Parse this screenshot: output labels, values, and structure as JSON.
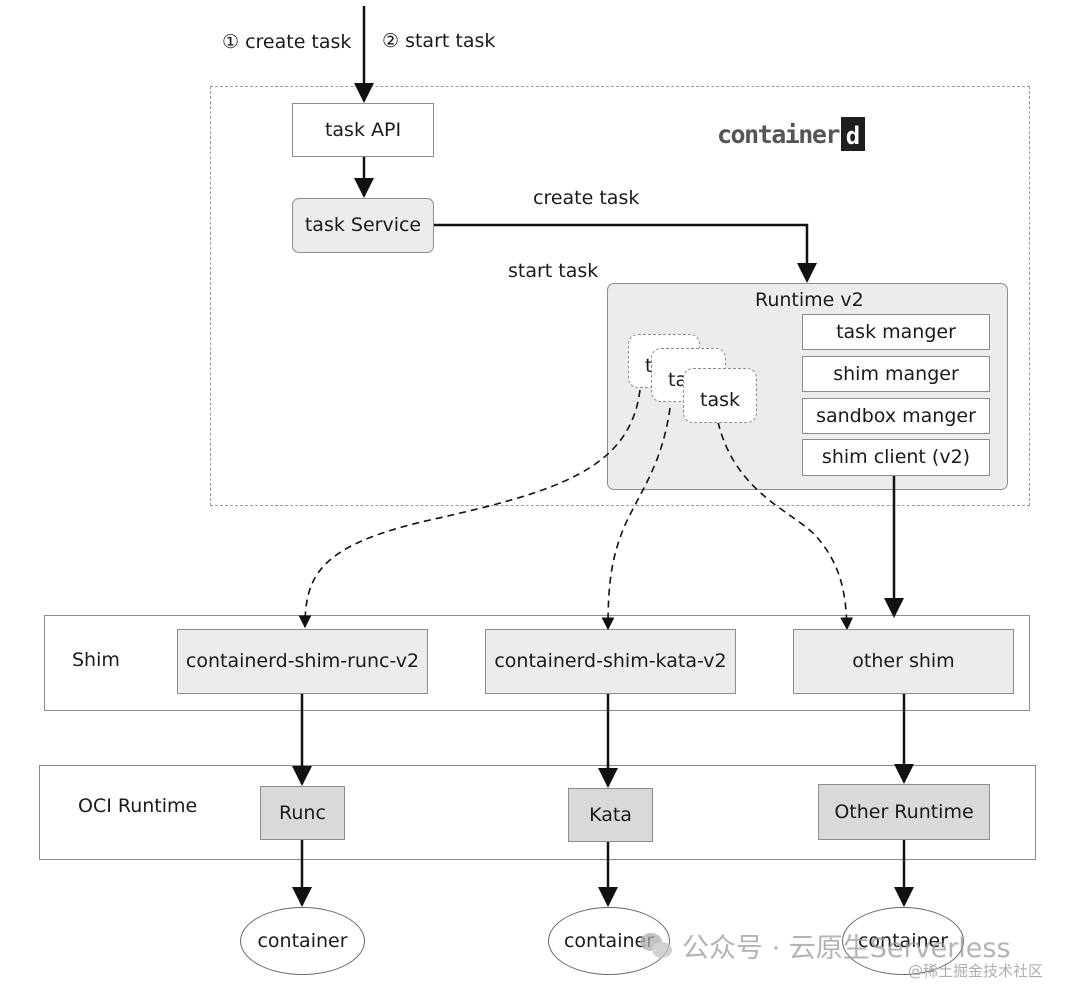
{
  "steps": {
    "create": "① create task",
    "start": "② start task"
  },
  "containerd_box": {
    "logo_text": "container",
    "logo_mark": "d",
    "task_api": "task API",
    "task_service": "task Service",
    "create_task_label": "create task",
    "start_task_label": "start task",
    "runtime": {
      "title": "Runtime v2",
      "task_cards": [
        "task",
        "task",
        "task"
      ],
      "components": [
        "task manger",
        "shim manger",
        "sandbox manger",
        "shim client (v2)"
      ]
    }
  },
  "shim_layer": {
    "label": "Shim",
    "items": [
      "containerd-shim-runc-v2",
      "containerd-shim-kata-v2",
      "other shim"
    ]
  },
  "oci_layer": {
    "label": "OCI Runtime",
    "items": [
      "Runc",
      "Kata",
      "Other Runtime"
    ]
  },
  "containers": [
    "container",
    "container",
    "container"
  ],
  "watermark": {
    "text": "公众号 · 云原生Serverless",
    "credit": "@稀土掘金技术社区"
  },
  "colors": {
    "box_light": "#ececec",
    "box_mid": "#d9d9d9",
    "border": "#8c8c8c",
    "line": "#111111"
  }
}
